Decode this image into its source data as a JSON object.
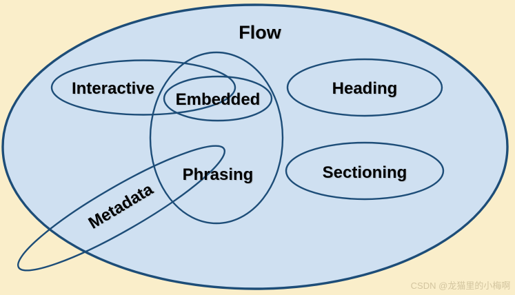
{
  "diagram": {
    "type": "euler-diagram",
    "title": "Flow",
    "labels": {
      "flow": "Flow",
      "interactive": "Interactive",
      "embedded": "Embedded",
      "heading": "Heading",
      "phrasing": "Phrasing",
      "sectioning": "Sectioning",
      "metadata": "Metadata"
    },
    "colors": {
      "background": "#faeeca",
      "flow_fill": "#cfe0f1",
      "stroke": "#1d4d78",
      "label": "#000000",
      "watermark": "#cfc19b"
    },
    "watermark": "CSDN @龙猫里的小梅啊"
  }
}
